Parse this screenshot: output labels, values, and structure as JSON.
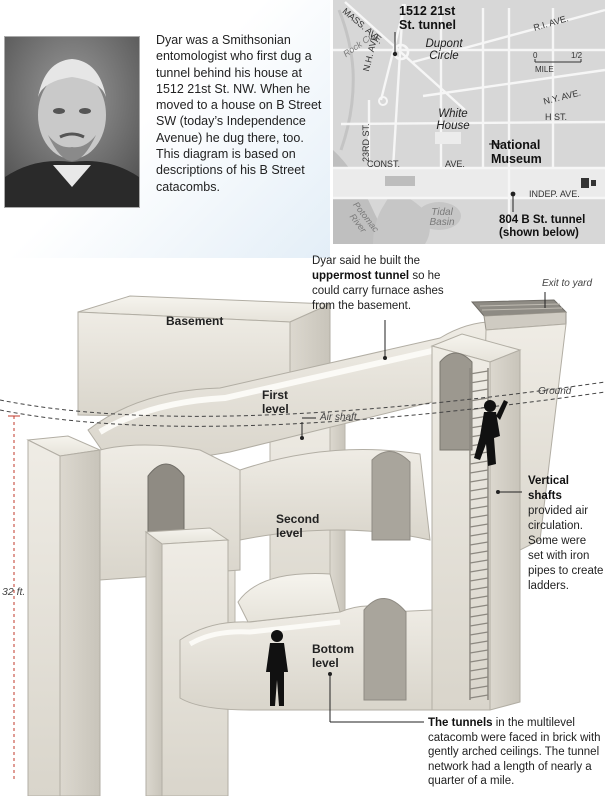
{
  "intro": {
    "text": "Dyar was a Smithsonian entomologist who first dug a tunnel behind his house at 1512 21st St. NW. When he moved to a house on B Street SW (today’s Independence Avenue) he dug there, too. This diagram is based on descriptions of his B Street catacombs."
  },
  "map": {
    "streets": {
      "mass_ave": "MASS. AVE.",
      "ri_ave": "R.I. AVE.",
      "nh_ave": "N.H. AVE.",
      "ny_ave": "N.Y. AVE.",
      "h_st": "H ST.",
      "st_23rd": "23RD ST.",
      "const": "CONST.",
      "ave": "AVE.",
      "indep_ave": "INDEP. AVE."
    },
    "water": {
      "rock_cr": "Rock Cr.",
      "potomac": "Potomac River",
      "tidal": "Tidal Basin"
    },
    "places": {
      "dupont": "Dupont Circle",
      "white_house": "White House"
    },
    "locations": {
      "tunnel_21st": "1512 21st St. tunnel",
      "museum": "National Museum",
      "tunnel_b": "804 B St. tunnel (shown below)"
    },
    "scale": {
      "zero": "0",
      "half": "1/2",
      "unit": "MILE"
    }
  },
  "diagram": {
    "uppermost_pre": "Dyar said he built the ",
    "uppermost_bold": "uppermost tunnel",
    "uppermost_post": " so he could carry furnace ashes from the basement.",
    "exit": "Exit to yard",
    "ground": "Ground",
    "basement": "Basement",
    "first_level": "First level",
    "air_shaft": "Air shaft",
    "second_level": "Second level",
    "bottom_level": "Bottom level",
    "height": "32 ft.",
    "vertical_bold": "Vertical shafts",
    "vertical_rest": "provided air circulation. Some were set with iron pipes to create ladders.",
    "tunnels_bold": "The tunnels",
    "tunnels_rest": " in the multilevel catacomb were faced in brick with gently arched ceilings. The tunnel network had a length of nearly a quarter of a mile."
  }
}
